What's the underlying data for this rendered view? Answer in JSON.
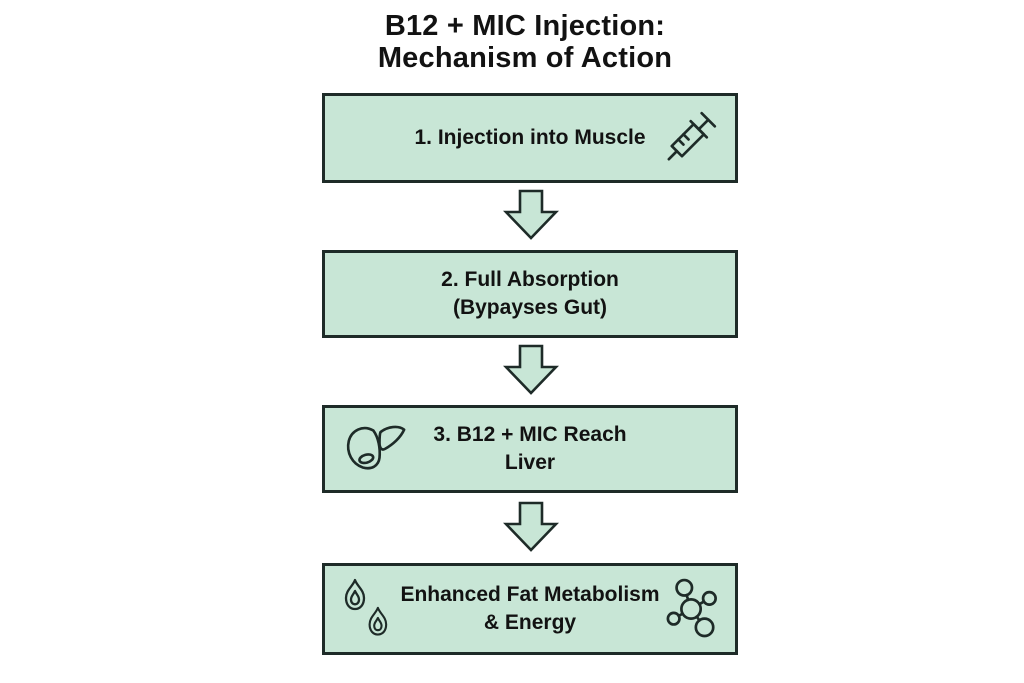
{
  "title": {
    "line1": "B12 + MIC Injection:",
    "line2": "Mechanism of Action"
  },
  "steps": [
    {
      "line1": "1. Injection into Muscle",
      "line2": ""
    },
    {
      "line1": "2. Full Absorption",
      "line2": "(Bypayses Gut)"
    },
    {
      "line1": "3. B12 + MIC Reach",
      "line2": "Liver"
    },
    {
      "line1": "Enhanced Fat Metabolism",
      "line2": "& Energy"
    }
  ],
  "icons": {
    "step1_right": "syringe-icon",
    "step3_left": "liver-icon",
    "step4_left": "flames-icon",
    "step4_right": "molecule-icon",
    "connector": "down-arrow-icon"
  },
  "colors": {
    "background": "#ffffff",
    "box_fill": "#c8e6d6",
    "box_border": "#1e2b28",
    "text": "#121212"
  }
}
